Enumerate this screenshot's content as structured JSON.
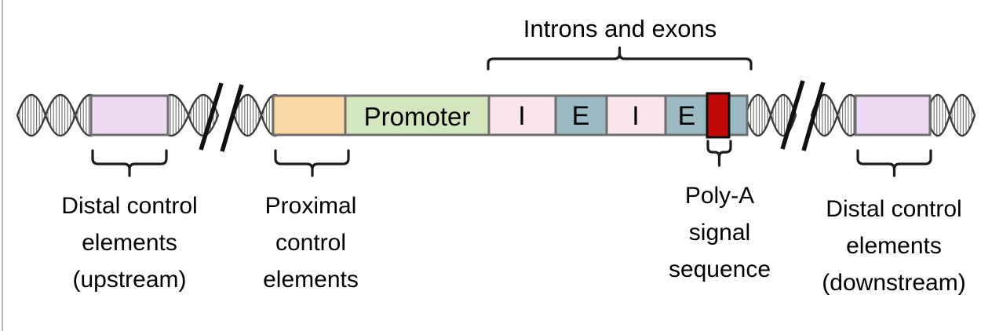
{
  "diagram": {
    "heading": "Introns and exons",
    "segments": {
      "promoter": "Promoter",
      "intron1": "I",
      "exon1": "E",
      "intron2": "I",
      "exon2": "E"
    },
    "labels": {
      "distal_upstream": {
        "l1": "Distal control",
        "l2": "elements",
        "l3": "(upstream)"
      },
      "proximal": {
        "l1": "Proximal",
        "l2": "control",
        "l3": "elements"
      },
      "poly_a": {
        "l1": "Poly-A",
        "l2": "signal",
        "l3": "sequence"
      },
      "distal_downstream": {
        "l1": "Distal control",
        "l2": "elements",
        "l3": "(downstream)"
      }
    },
    "colors": {
      "distal_box": "#ecd9f2",
      "proximal_box": "#fbd8a3",
      "promoter_box": "#d2e7bd",
      "intron_box": "#fce4ed",
      "exon_box": "#9bbac3",
      "poly_a_box": "#c00a0a",
      "box_border": "#6e6e6e",
      "poly_a_border": "#111111",
      "helix_stroke": "#3c3c3c",
      "helix_stripe": "#6f6f6f",
      "bracket": "#1c1c1c",
      "slash": "#111111",
      "text": "#000000"
    }
  }
}
